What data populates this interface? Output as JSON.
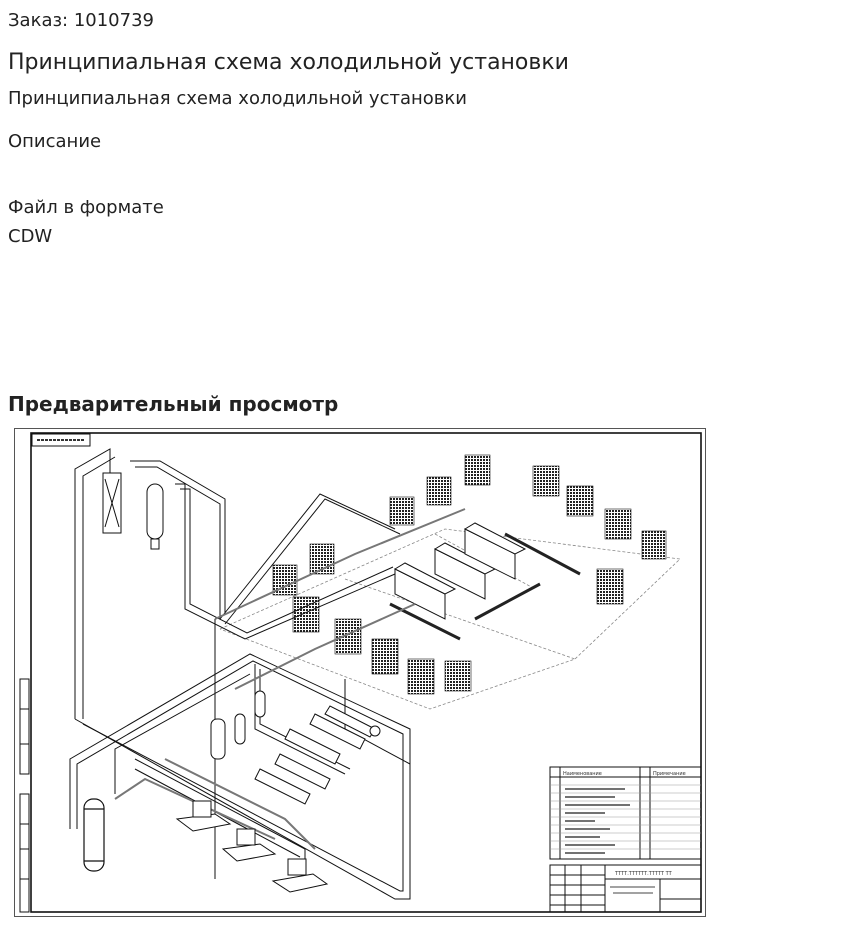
{
  "order": {
    "label": "Заказ: 1010739"
  },
  "page_title": "Принципиальная схема холодильной установки",
  "subtitle": "Принципиальная схема холодильной установки",
  "description_heading": "Описание",
  "file_info": "Файл в формате CDW",
  "preview_heading": "Предварительный просмотр",
  "drawing": {
    "stamp_code": "ТТТТ.ТТТТТТ.ТТТТТ ТТ",
    "spec_headers": [
      "Наименование",
      "Примечание"
    ]
  }
}
